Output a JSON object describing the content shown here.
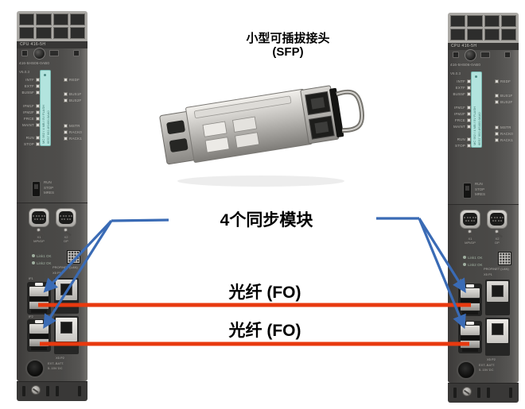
{
  "diagram": {
    "sfp_title_line1": "小型可插拔接头",
    "sfp_title_line2": "(SFP)",
    "sync_label": "4个同步模块",
    "fiber_label_top": "光纤 (FO)",
    "fiber_label_bottom": "光纤 (FO)"
  },
  "colors": {
    "fiber_line": "#E8390F",
    "callout_line": "#3A6BB5",
    "module_body": "#4B4A48",
    "memory_card": "#B2E4DE",
    "background": "#FFFFFF"
  },
  "module": {
    "cpu_label": "CPU 416-5H",
    "order_label": "416-5HS06-0AB0",
    "version_label": "V6.0.3",
    "leds_left": [
      "INTF",
      "EXTF",
      "BUS5F",
      "IFM1F",
      "IFM2F",
      "FRCE",
      "MAINT",
      "RUN",
      "STOP"
    ],
    "leds_right": [
      "REDF",
      "BUS1F",
      "BUS2F",
      "MSTR",
      "RACK0",
      "RACK1"
    ],
    "memory_card_line1": "MC 952 / 4 MB / 5V FLASH",
    "memory_card_line2": "6ES7 952-8S400-0AA0",
    "mode_switch_labels": [
      "RUN",
      "STOP",
      "MRES"
    ],
    "port_x1_label": "X1\nMPI/DP",
    "port_x2_label": "X2\nDP",
    "link1_label": "Link1 OK",
    "link2_label": "Link2 OK",
    "profinet_label": "PROFINET (LAN)",
    "port_x5p1_label": "X5 P1",
    "if1_label": "IF1",
    "if2_label": "IF2",
    "port_x5p2_label": "X5 P2",
    "ext_batt_label": "EXT.-BATT.",
    "ext_batt_voltage": "5..15V DC"
  }
}
